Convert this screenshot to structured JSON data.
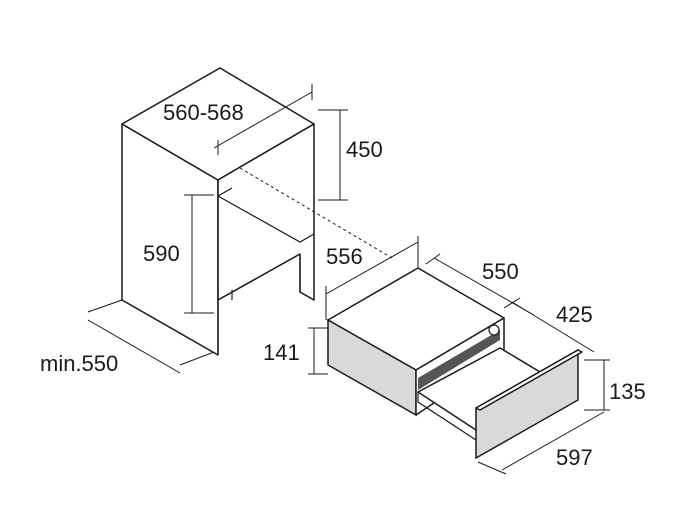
{
  "dimensions": {
    "niche_width": "560-568",
    "niche_top_height": "450",
    "niche_opening_height": "590",
    "niche_min_depth": "min.550",
    "drawer_width_body": "556",
    "drawer_depth": "550",
    "drawer_inner_depth": "425",
    "drawer_height": "141",
    "front_height": "135",
    "front_width": "597"
  }
}
